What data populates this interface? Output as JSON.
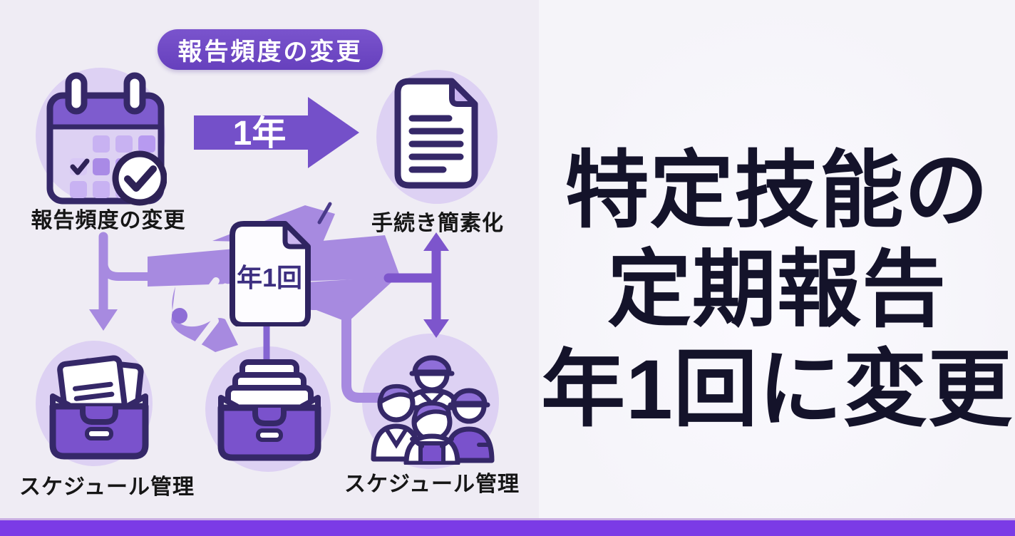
{
  "page": {
    "background_left": "#efecf4",
    "background_right": "#f5f4f9",
    "accent_purple": "#6c44c2",
    "connector_purple": "#a78ae0",
    "outline_dark_purple": "#352868",
    "box_fill_purple": "#7a52cc",
    "bottom_bar_color": "#7b3be6",
    "title_color": "#14132a"
  },
  "diagram": {
    "badge": "報告頻度の変更",
    "calendar": {
      "label": "報告頻度の変更"
    },
    "arrow_label": "1年",
    "simplify": {
      "label": "手続き簡素化"
    },
    "center_doc": "年1回",
    "schedule_left": {
      "label": "スケジュール管理"
    },
    "schedule_right": {
      "label": "スケジュール管理"
    },
    "icons": {
      "calendar-check-icon": "calendar with checked date and check badge",
      "document-lines-icon": "document with text lines",
      "annual-report-doc-icon": "document labeled 年1回",
      "inbox-papers-icon": "open tray with papers",
      "archive-tray-icon": "tray with stacked files",
      "workers-group-icon": "four workers with hard hats",
      "right-arrow-icon": "large right arrow",
      "down-arrow-icon": "downward connector arrow",
      "double-arrow-icon": "vertical double-headed arrow"
    }
  },
  "title": {
    "line1": "特定技能の",
    "line2": "定期報告",
    "line3": "年1回に変更"
  }
}
